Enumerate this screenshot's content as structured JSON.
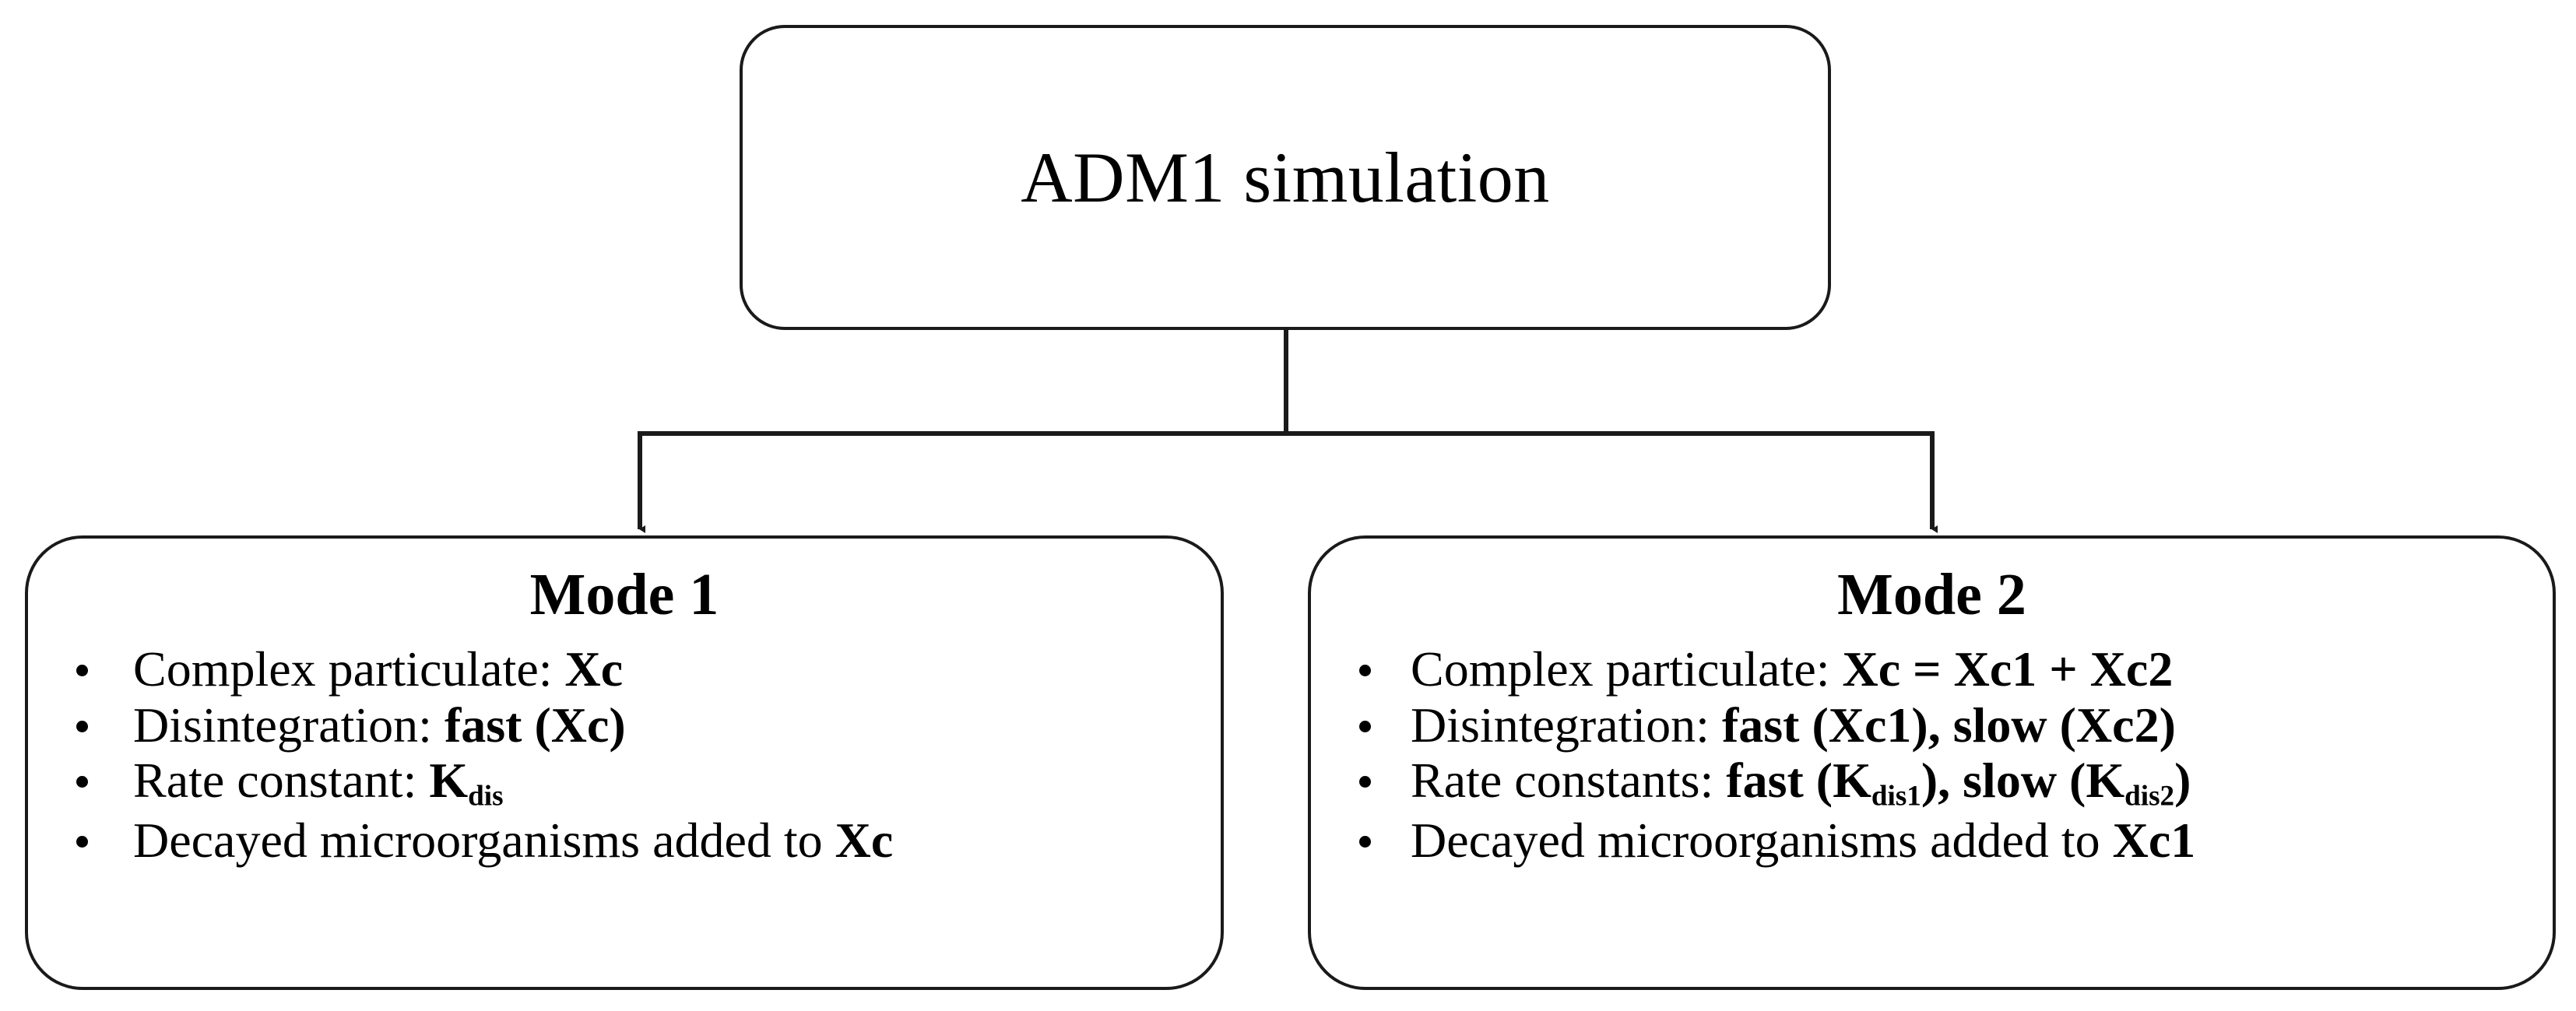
{
  "diagram": {
    "type": "flowchart",
    "orientation": "top-down",
    "background_color": "#ffffff",
    "line_color": "#1a1a1a",
    "root": {
      "title": "ADM1 simulation"
    },
    "branches": [
      {
        "heading": "Mode 1",
        "bullets": [
          {
            "label": "Complex particulate:",
            "value": "Xc",
            "value_parts": [
              {
                "text": "Xc",
                "subscript": ""
              }
            ]
          },
          {
            "label": "Disintegration:",
            "value": "fast (Xc)",
            "value_parts": [
              {
                "text": "fast (Xc)",
                "subscript": ""
              }
            ]
          },
          {
            "label": "Rate constant:",
            "value": "Kdis",
            "value_parts": [
              {
                "text": "K",
                "subscript": "dis"
              }
            ]
          },
          {
            "label": "Decayed microorganisms added to",
            "value": "Xc",
            "value_parts": [
              {
                "text": "Xc",
                "subscript": ""
              }
            ]
          }
        ]
      },
      {
        "heading": "Mode 2",
        "bullets": [
          {
            "label": "Complex particulate:",
            "value": "Xc = Xc1 + Xc2",
            "value_parts": [
              {
                "text": "Xc = Xc1 + Xc2",
                "subscript": ""
              }
            ]
          },
          {
            "label": "Disintegration:",
            "value": "fast (Xc1), slow (Xc2)",
            "value_parts": [
              {
                "text": "fast (Xc1), slow (Xc2)",
                "subscript": ""
              }
            ]
          },
          {
            "label": "Rate constants:",
            "value": "fast (Kdis1), slow (Kdis2)",
            "value_parts": [
              {
                "text": "fast (K",
                "subscript": "dis1"
              },
              {
                "text": "), slow (K",
                "subscript": "dis2"
              },
              {
                "text": ")",
                "subscript": ""
              }
            ]
          },
          {
            "label": "Decayed microorganisms added to",
            "value": "Xc1",
            "value_parts": [
              {
                "text": "Xc1",
                "subscript": ""
              }
            ]
          }
        ]
      }
    ],
    "edges": [
      {
        "from": "ADM1 simulation",
        "to": "Mode 1",
        "arrow": "down"
      },
      {
        "from": "ADM1 simulation",
        "to": "Mode 2",
        "arrow": "down"
      }
    ]
  }
}
